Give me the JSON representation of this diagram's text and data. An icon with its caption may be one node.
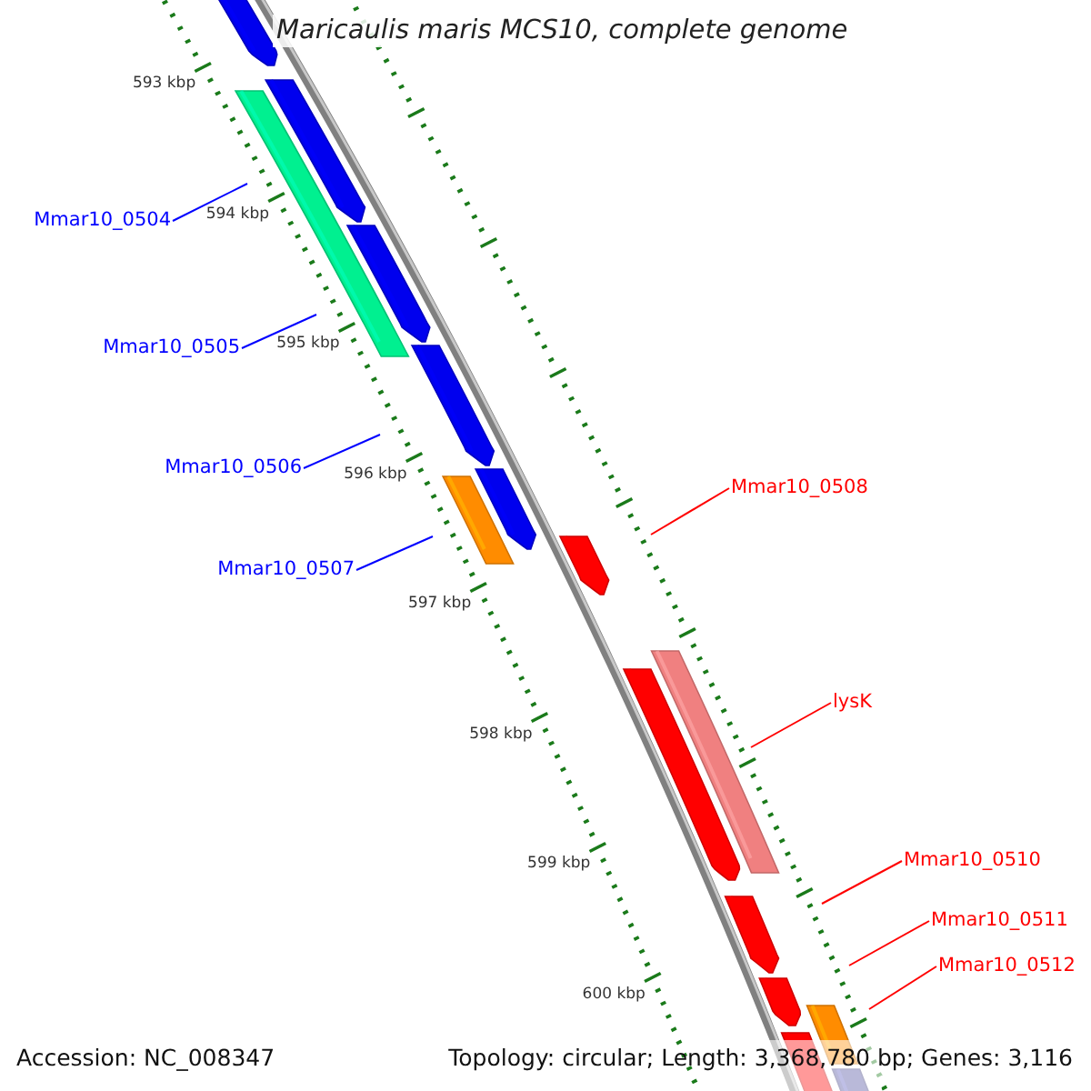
{
  "diagram": {
    "title": "Maricaulis maris MCS10, complete genome",
    "nodes": [
      {
        "text": [
          "Mmar10_0504"
        ]
      },
      {
        "text": [
          "Mmar10_0505"
        ]
      },
      {
        "text": [
          "Mmar10_0506"
        ]
      },
      {
        "text": [
          "Mmar10_0507"
        ]
      },
      {
        "text": [
          "Mmar10_0508"
        ]
      },
      {
        "text": [
          "lysK"
        ]
      },
      {
        "text": [
          "Mmar10_0510"
        ]
      },
      {
        "text": [
          "Mmar10_0511"
        ]
      },
      {
        "text": [
          "Mmar10_0512"
        ]
      }
    ],
    "edges": [
      {
        "from": 0,
        "to": null,
        "arrow": "none",
        "color": "#0000ff"
      },
      {
        "from": 1,
        "to": null,
        "arrow": "none",
        "color": "#0000ff"
      },
      {
        "from": 2,
        "to": null,
        "arrow": "none",
        "color": "#0000ff"
      },
      {
        "from": 3,
        "to": null,
        "arrow": "none",
        "color": "#0000ff"
      },
      {
        "from": 4,
        "to": null,
        "arrow": "none"
      },
      {
        "from": 5,
        "to": null,
        "arrow": "none"
      },
      {
        "from": 6,
        "to": null,
        "arrow": "none"
      },
      {
        "from": 7,
        "to": null,
        "arrow": "none"
      },
      {
        "from": 8,
        "to": null,
        "arrow": "none"
      }
    ],
    "labels": [
      "593 kbp",
      "594 kbp",
      "595 kbp",
      "596 kbp",
      "597 kbp",
      "598 kbp",
      "599 kbp",
      "600 kbp",
      "Accession: NC_008347",
      "Topology: circular; Length: 3,368,780 bp; Genes: 3,116"
    ]
  }
}
